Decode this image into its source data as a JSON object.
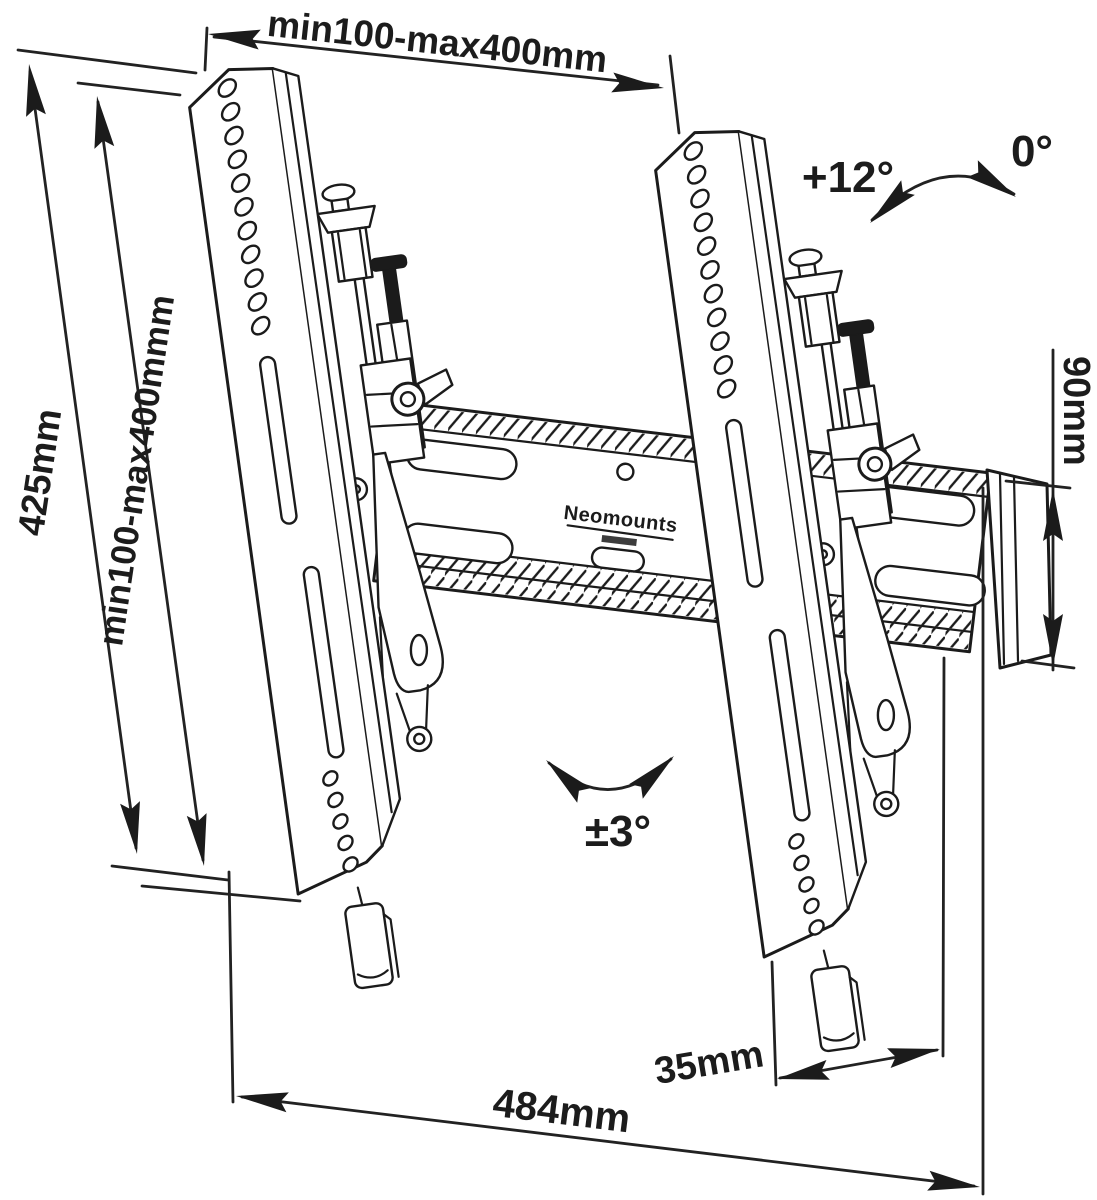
{
  "diagram": {
    "brand": "Neomounts",
    "labels": {
      "top_width": "min100-max400mm",
      "height": "425mm",
      "height_range": "min100-max400mmm",
      "tilt_max": "+12°",
      "tilt_zero": "0°",
      "rail_height": "90mm",
      "swivel_range": "±3°",
      "bottom_offset": "35mm",
      "rail_width": "484mm"
    },
    "colors": {
      "line": "#1b1b1b",
      "background": "#ffffff"
    }
  }
}
